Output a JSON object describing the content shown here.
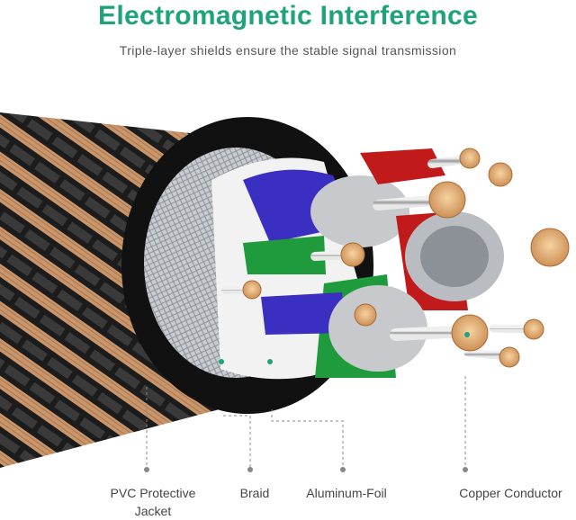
{
  "header": {
    "title": "Electromagnetic Interference",
    "subtitle": "Triple-layer shields ensure the stable signal transmission"
  },
  "labels": {
    "pvc_line1": "PVC Protective",
    "pvc_line2": "Jacket",
    "braid": "Braid",
    "foil": "Aluminum-Foil",
    "copper": "Copper Conductor"
  },
  "colors": {
    "title": "#1fa37d",
    "jacket": "#111111",
    "braid_tan": "#c9956a",
    "foil": "#b9bdc2",
    "pair_blue": "#3a2fc0",
    "pair_green": "#1f9a3c",
    "pair_red": "#c01a1a",
    "copper": "#e6b07a",
    "accent_dot": "#1fa37d"
  }
}
